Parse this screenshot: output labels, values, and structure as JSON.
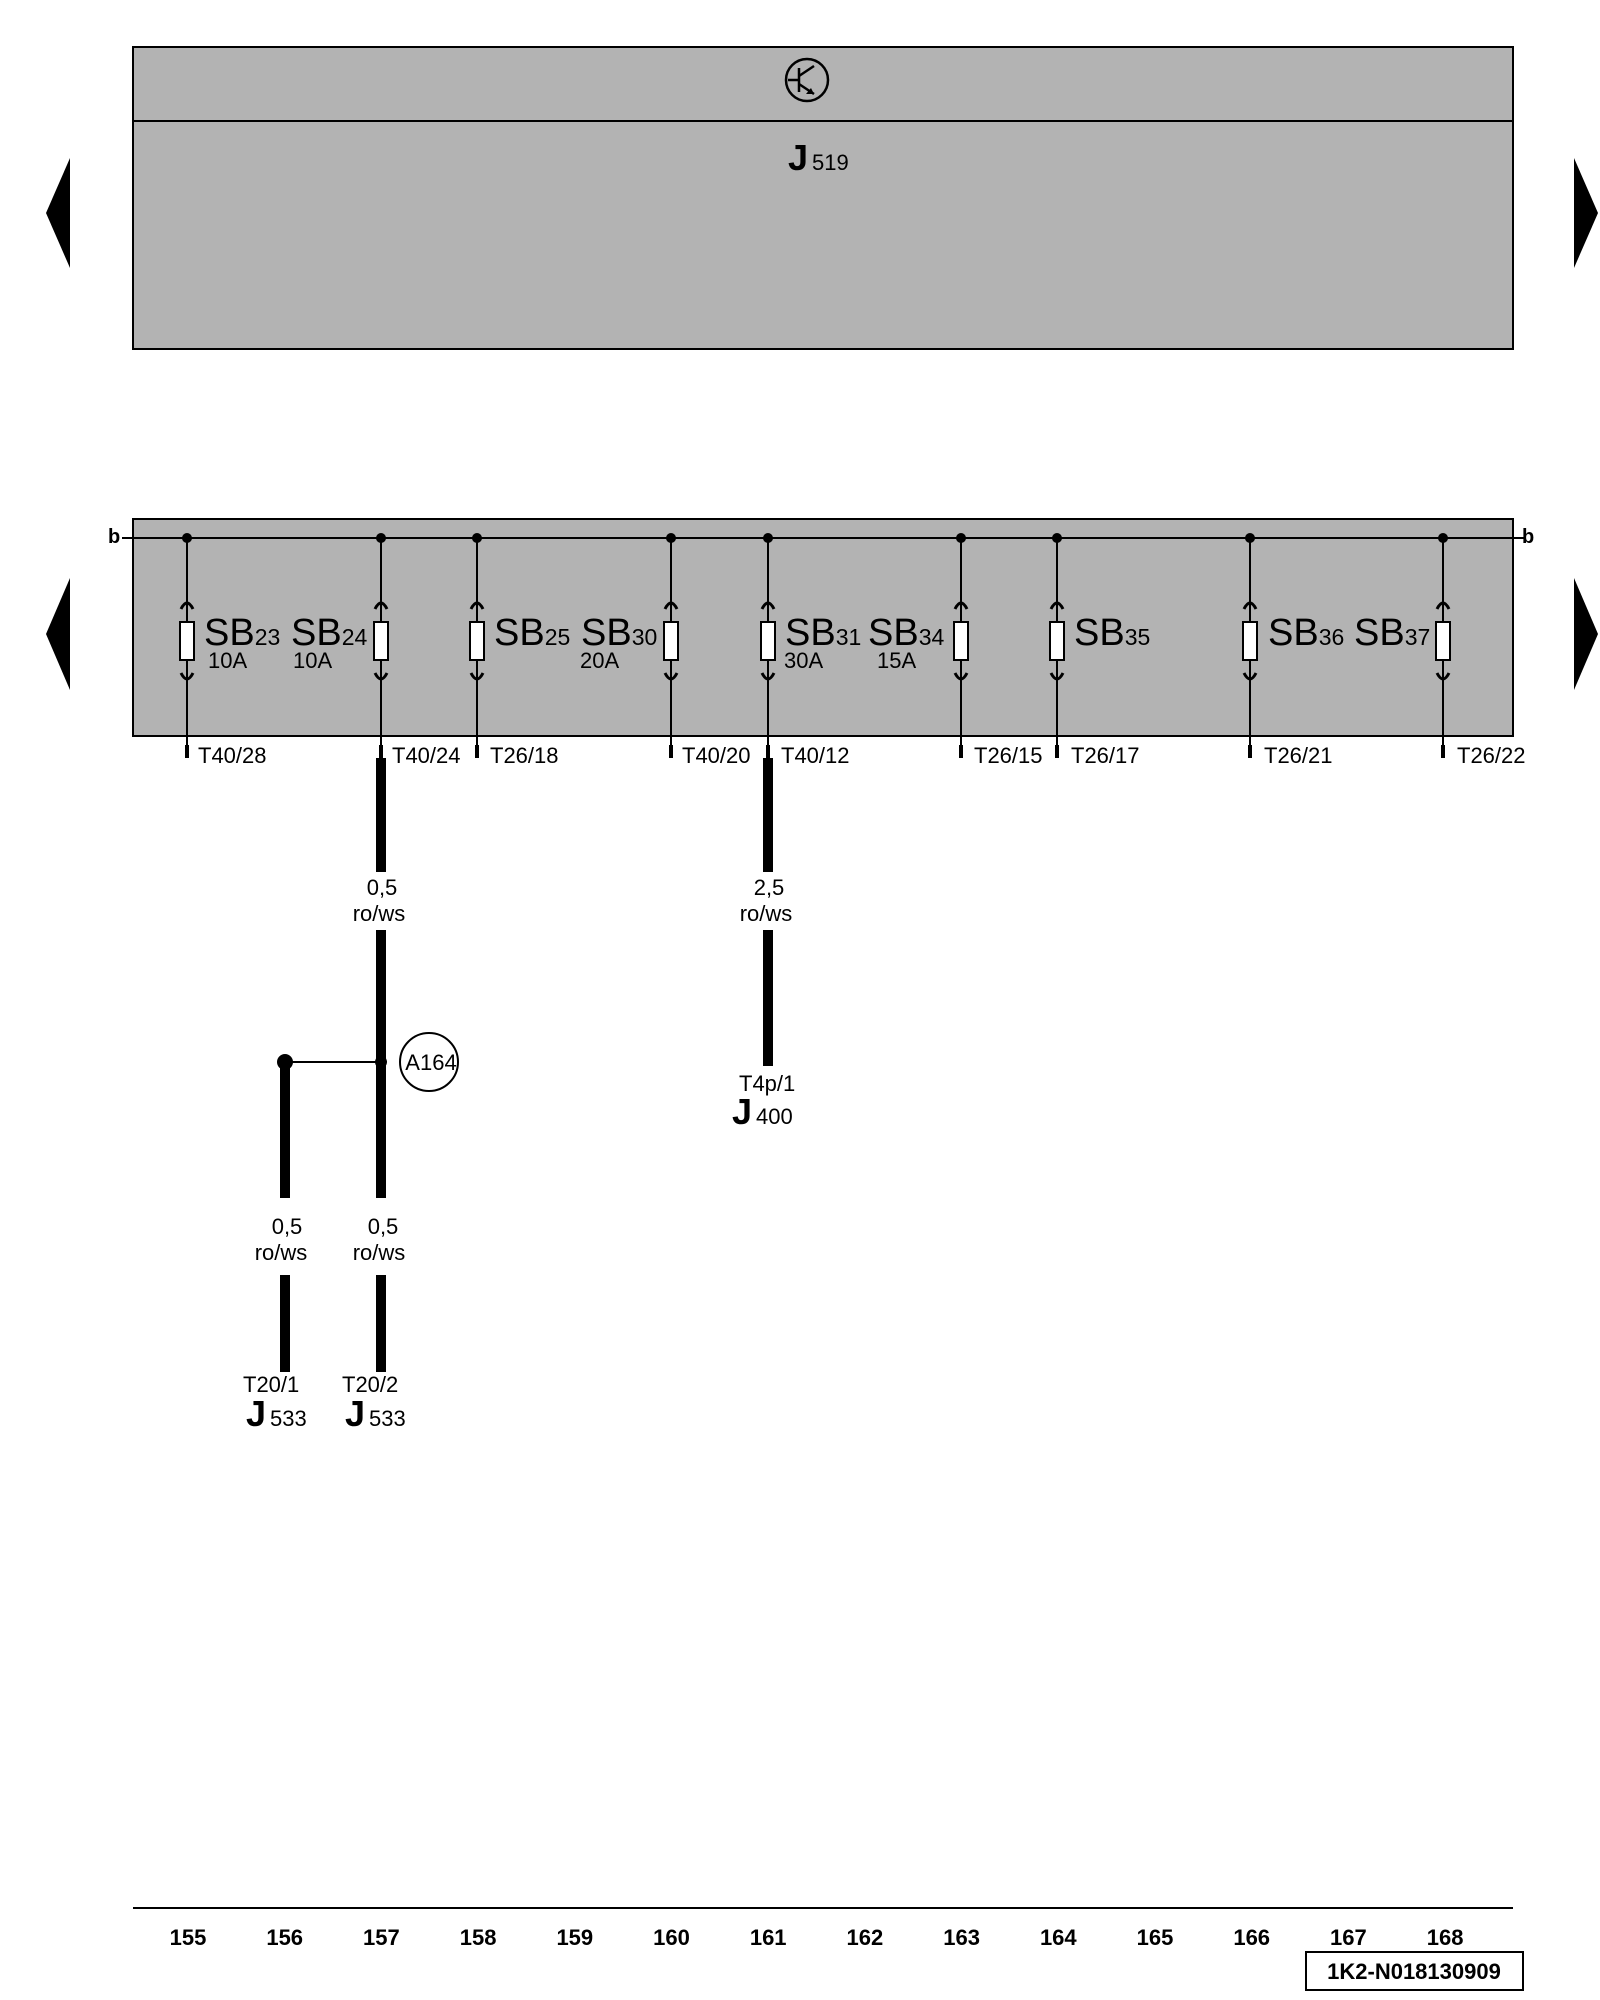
{
  "top_module": {
    "symbol": "transistor-symbol",
    "name_letter": "J",
    "name_sub": "519"
  },
  "bus": {
    "left_label": "b",
    "right_label": "b"
  },
  "fuses": [
    {
      "letters": "SB",
      "sub": "23",
      "rating": "10A",
      "terminal": "T40/28"
    },
    {
      "letters": "SB",
      "sub": "24",
      "rating": "10A",
      "terminal": "T40/24"
    },
    {
      "letters": "SB",
      "sub": "25",
      "rating": "",
      "terminal": "T26/18"
    },
    {
      "letters": "SB",
      "sub": "30",
      "rating": "20A",
      "terminal": "T40/20"
    },
    {
      "letters": "SB",
      "sub": "31",
      "rating": "30A",
      "terminal": "T40/12"
    },
    {
      "letters": "SB",
      "sub": "34",
      "rating": "15A",
      "terminal": "T26/15"
    },
    {
      "letters": "SB",
      "sub": "35",
      "rating": "",
      "terminal": "T26/17"
    },
    {
      "letters": "SB",
      "sub": "36",
      "rating": "",
      "terminal": "T26/21"
    },
    {
      "letters": "SB",
      "sub": "37",
      "rating": "",
      "terminal": "T26/22"
    }
  ],
  "wires": [
    {
      "size": "0,5",
      "color": "ro/ws"
    },
    {
      "size": "2,5",
      "color": "ro/ws"
    },
    {
      "size": "0,5",
      "color": "ro/ws"
    },
    {
      "size": "0,5",
      "color": "ro/ws"
    }
  ],
  "connector": "A164",
  "components": [
    {
      "terminal": "T4p/1",
      "letter": "J",
      "sub": "400"
    },
    {
      "terminal": "T20/1",
      "letter": "J",
      "sub": "533"
    },
    {
      "terminal": "T20/2",
      "letter": "J",
      "sub": "533"
    }
  ],
  "axis_numbers": [
    "155",
    "156",
    "157",
    "158",
    "159",
    "160",
    "161",
    "162",
    "163",
    "164",
    "165",
    "166",
    "167",
    "168"
  ],
  "diagram_code": "1K2-N018130909",
  "colors": {
    "panel": "#b3b3b3",
    "line": "#000000"
  }
}
